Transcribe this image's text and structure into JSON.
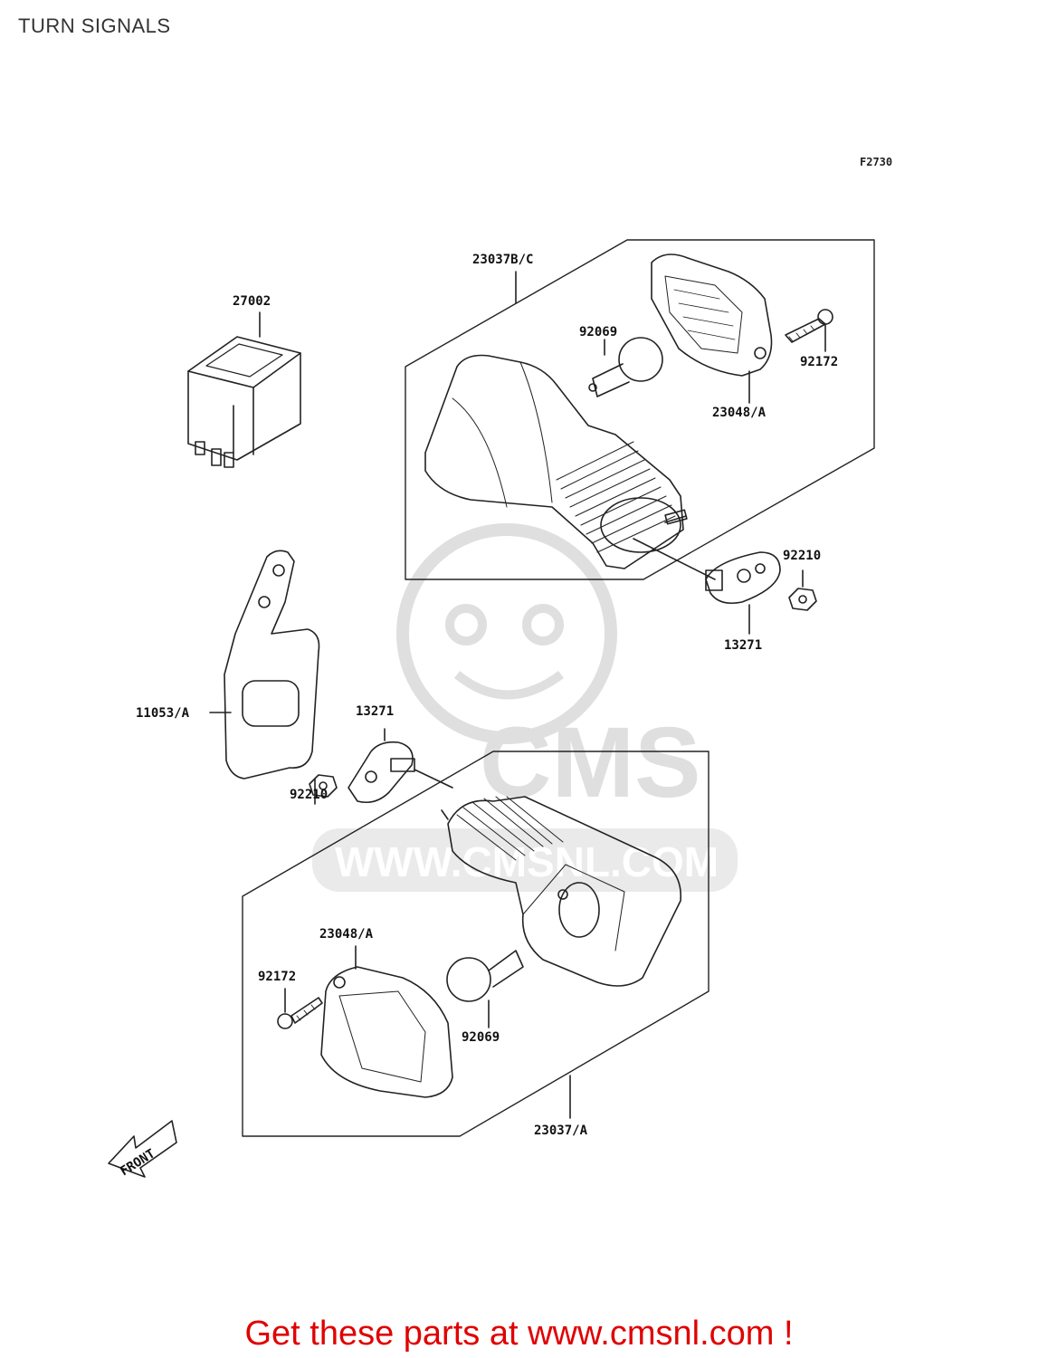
{
  "page": {
    "title": "TURN SIGNALS"
  },
  "figure": {
    "code": "F2730"
  },
  "watermark": {
    "brand": "CMS",
    "url": "WWW.CMSNL.COM"
  },
  "labels": {
    "relay": "27002",
    "rear_assembly": "23037B/C",
    "bulb_top": "92069",
    "screw_top": "92172",
    "lens_top": "23048/A",
    "nut_right": "92210",
    "plate_right": "13271",
    "bracket": "11053/A",
    "plate_left": "13271",
    "nut_left": "92210",
    "lens_bottom": "23048/A",
    "screw_bottom": "92172",
    "bulb_bottom": "92069",
    "front_assembly": "23037/A"
  },
  "front_arrow": {
    "label": "FRONT"
  },
  "footer": {
    "cta": "Get these parts at www.cmsnl.com !"
  },
  "colors": {
    "cta": "#e00000",
    "line": "#222222",
    "watermark": "#dcdcdc"
  }
}
